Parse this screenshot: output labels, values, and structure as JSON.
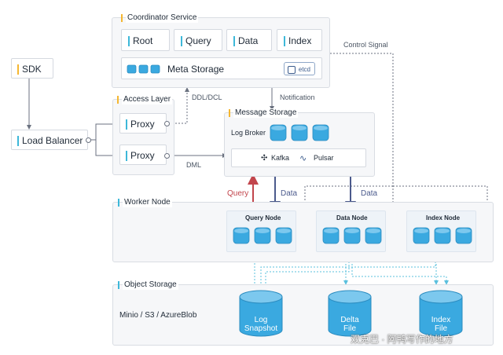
{
  "coordinator": {
    "title": "Coordinator Service",
    "root": "Root",
    "query": "Query",
    "data": "Data",
    "index": "Index",
    "meta_storage": "Meta Storage",
    "etcd": "etcd"
  },
  "sdk": "SDK",
  "load_balancer": "Load Balancer",
  "access_layer": {
    "title": "Access Layer",
    "proxy1": "Proxy",
    "proxy2": "Proxy"
  },
  "message_storage": {
    "title": "Message Storage",
    "log_broker": "Log Broker",
    "kafka": "Kafka",
    "pulsar": "Pulsar"
  },
  "edges": {
    "control_signal": "Control Signal",
    "ddl_dcl": "DDL/DCL",
    "notification": "Notification",
    "dml": "DML",
    "query": "Query",
    "data_left": "Data",
    "data_right": "Data"
  },
  "worker": {
    "title": "Worker Node",
    "query_node": "Query Node",
    "data_node": "Data Node",
    "index_node": "Index Node"
  },
  "object_storage": {
    "title": "Object Storage",
    "backends": "Minio / S3 / AzureBlob",
    "log_snapshot": [
      "Log",
      "Snapshot"
    ],
    "delta_file": [
      "Delta",
      "File"
    ],
    "index_file": [
      "Index",
      "File"
    ]
  },
  "watermark": "双克巴 · 阿鸭写作的地方",
  "colors": {
    "accent_yellow": "#f5b731",
    "accent_blue": "#3db8d9",
    "cylinder": "#3aa9e0",
    "query_arrow": "#c2454c",
    "data_arrow": "#4b5a8c"
  }
}
